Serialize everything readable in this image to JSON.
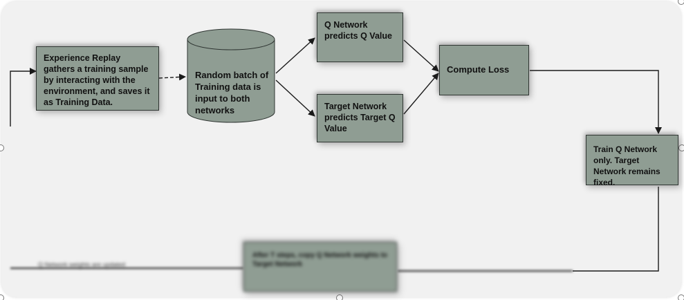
{
  "diagram": {
    "nodes": {
      "experience_replay": "Experience Replay gathers a training sample by interacting with the environment, and saves it as Training Data.",
      "random_batch": "Random batch of Training data is input to both networks",
      "q_network": "Q Network predicts Q Value",
      "target_network": "Target Network predicts Target Q Value",
      "compute_loss": "Compute Loss",
      "train_q": "Train Q Network only. Target Network remains fixed.",
      "bottom_box_blurred": "After T steps, copy Q Network weights to Target Network",
      "bottom_left_label_blurred": "Q Network weights are updated"
    },
    "colors": {
      "box_fill": "#8f9d93",
      "box_border": "#2f3532",
      "line": "#1a1a1a",
      "panel": "#f1f1f1"
    }
  }
}
